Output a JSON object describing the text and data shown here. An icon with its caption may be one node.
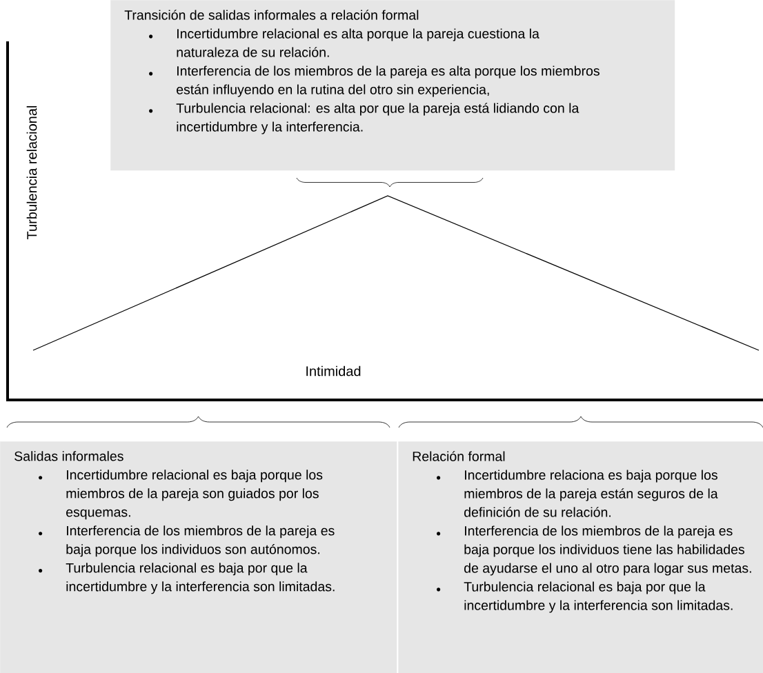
{
  "diagram": {
    "nodes": [
      {
        "text": [
          "Transición de salidas informales a relación formal",
          "Incertidumbre relacional es alta porque la pareja cuestiona la naturaleza de su relación.",
          "Interferencia de los miembros de la pareja es alta porque los miembros están influyendo en la rutina del otro sin experiencia,",
          "Turbulencia relacional: es alta por que la pareja está lidiando con la incertidumbre y la interferencia."
        ]
      },
      {
        "text": [
          "Salidas informales",
          "Incertidumbre relacional es baja porque los miembros de la pareja son guiados por los esquemas.",
          "Interferencia de los miembros de la pareja es baja porque los individuos son autónomos.",
          "Turbulencia relacional es baja por que la incertidumbre y la interferencia son limitadas."
        ]
      },
      {
        "text": [
          "Relación formal",
          "Incertidumbre relaciona es baja porque los miembros de la pareja están seguros de la definición de su relación.",
          "Interferencia de los miembros de la pareja es baja porque los individuos tiene las habilidades de ayudarse el uno al otro para logar sus metas.",
          "Turbulencia relacional es baja por que la incertidumbre y la interferencia son limitadas."
        ]
      }
    ],
    "labels": [
      "Turbulencia relacional",
      "Intimidad"
    ]
  }
}
